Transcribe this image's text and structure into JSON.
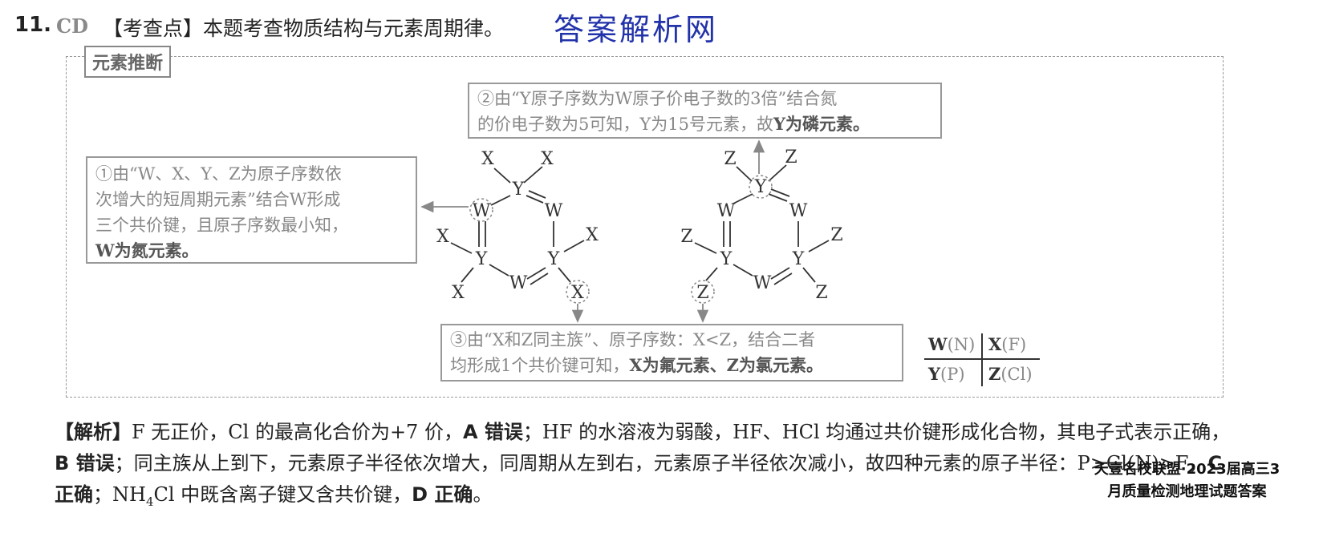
{
  "header": {
    "question_number": "11.",
    "answer": "CD",
    "exam_point": "【考查点】本题考查物质结构与元素周期律。",
    "watermark": "答案解析网"
  },
  "frame": {
    "label": "元素推断"
  },
  "box1": {
    "line1": "①由“W、X、Y、Z为原子序数依",
    "line2": "次增大的短周期元素”结合W形成",
    "line3": "三个共价键，且原子序数最小知，",
    "line4_bold": "W为氮元素。"
  },
  "box2": {
    "line1": "②由“Y原子序数为W原子价电子数的3倍”结合氮",
    "line2_pre": "的价电子数为5可知，Y为15号元素，故",
    "line2_bold": "Y为磷元素。"
  },
  "box3": {
    "line1": "③由“X和Z同主族”、原子序数：X<Z，结合二者",
    "line2_pre": "均形成1个共价键可知，",
    "line2_bold": "X为氟元素、Z为氯元素。"
  },
  "element_table": {
    "w_symbol": "W",
    "w_elem": "(N)",
    "x_symbol": "X",
    "x_elem": "(F)",
    "y_symbol": "Y",
    "y_elem": "(P)",
    "z_symbol": "Z",
    "z_elem": "(Cl)"
  },
  "molecule_atoms": {
    "W": "W",
    "X": "X",
    "Y": "Y",
    "Z": "Z"
  },
  "analysis": {
    "label": "【解析】",
    "t1": "F 无正价，Cl 的最高化合价为+7 价，",
    "a_wrong": "A 错误",
    "t2": "；HF 的水溶液为弱酸，HF、HCl 均通过共价键形成化合物，其电子式表示正确，",
    "b_wrong": "B 错误",
    "t3": "；同主族从上到下，元素原子半径依次增大，同周期从左到右，元素原子半径依次减小，故四种元素的原子半径：P>Cl(N)>F，",
    "c_right": "C 正确",
    "t4a": "；NH",
    "t4sub": "4",
    "t4b": "Cl 中既含离子键又含共价键，",
    "d_right": "D 正确",
    "t5": "。"
  },
  "corner_stamp": {
    "line1": "天壹名校联盟·2023届高三3",
    "line2": "月质量检测地理试题答案"
  }
}
